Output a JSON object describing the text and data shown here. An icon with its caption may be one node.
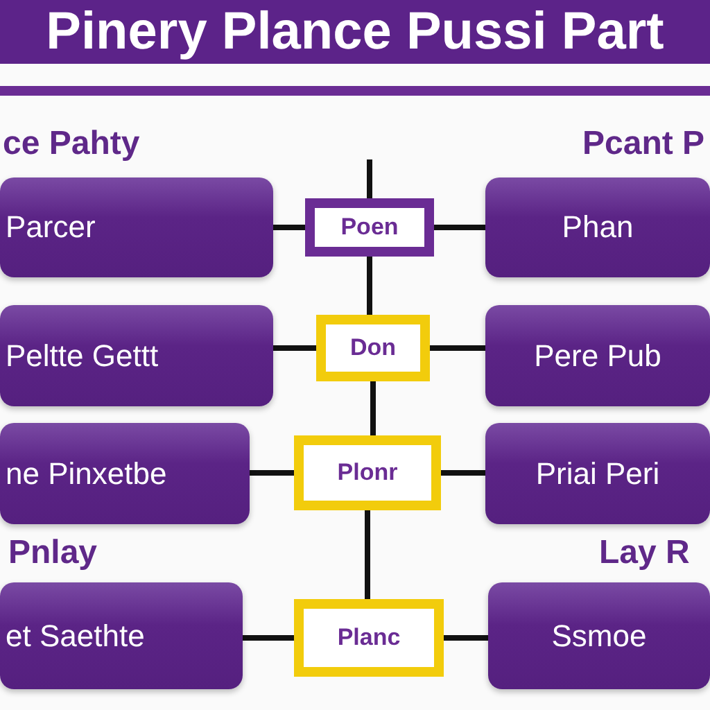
{
  "diagram": {
    "title": "Pinery Plance Pussi Part",
    "nodes": [
      {
        "text": [
          "Parcer"
        ]
      },
      {
        "text": [
          "Poen"
        ]
      },
      {
        "text": [
          "Phan"
        ]
      },
      {
        "text": [
          "Peltte Gettt"
        ]
      },
      {
        "text": [
          "Don"
        ]
      },
      {
        "text": [
          "Pere Pub"
        ]
      },
      {
        "text": [
          "ne Pinxetbe"
        ]
      },
      {
        "text": [
          "Plonr"
        ]
      },
      {
        "text": [
          "Priai Peri"
        ]
      },
      {
        "text": [
          "et Saethte"
        ]
      },
      {
        "text": [
          "Planc"
        ]
      },
      {
        "text": [
          "Ssmoe"
        ]
      }
    ],
    "edges": [
      {
        "from": null,
        "to": 1,
        "arrow": "none"
      },
      {
        "from": 0,
        "to": 1,
        "arrow": "none"
      },
      {
        "from": 1,
        "to": 2,
        "arrow": "none"
      },
      {
        "from": 1,
        "to": 4,
        "arrow": "none"
      },
      {
        "from": 3,
        "to": 4,
        "arrow": "none"
      },
      {
        "from": 4,
        "to": 5,
        "arrow": "none"
      },
      {
        "from": 4,
        "to": 7,
        "arrow": "none"
      },
      {
        "from": 6,
        "to": 7,
        "arrow": "none"
      },
      {
        "from": 7,
        "to": 8,
        "arrow": "none"
      },
      {
        "from": 7,
        "to": 10,
        "arrow": "none"
      },
      {
        "from": 9,
        "to": 10,
        "arrow": "none"
      },
      {
        "from": 10,
        "to": 11,
        "arrow": "none"
      }
    ],
    "labels": [
      "ce Pahty",
      "Pcant P",
      "Pnlay",
      "Lay R"
    ]
  }
}
